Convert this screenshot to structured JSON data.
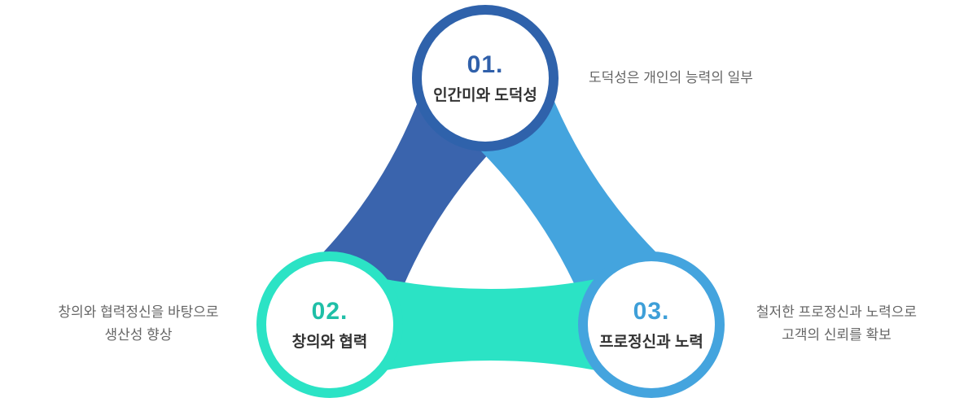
{
  "diagram": {
    "nodes": [
      {
        "number": "01.",
        "label": "인간미와 도덕성",
        "caption": "도덕성은 개인의 능력의 일부"
      },
      {
        "number": "02.",
        "label": "창의와 협력",
        "caption": "창의와 협력정신을 바탕으로\n생산성 향상"
      },
      {
        "number": "03.",
        "label": "프로정신과 노력",
        "caption": "철저한 프로정신과 노력으로\n고객의 신뢰를 확보"
      }
    ],
    "colors": {
      "ring_node1": "#2f62ab",
      "ring_node2": "#2be3c5",
      "ring_node3": "#44a4de",
      "number1": "#3060aa",
      "number2": "#1fbfa7",
      "number3": "#3e9fd8",
      "band_01_02": "#3a64ad",
      "band_01_03": "#44a4de",
      "band_02_03": "#2be3c5",
      "label_text": "#333333",
      "caption_text": "#666666",
      "background": "#ffffff"
    }
  }
}
